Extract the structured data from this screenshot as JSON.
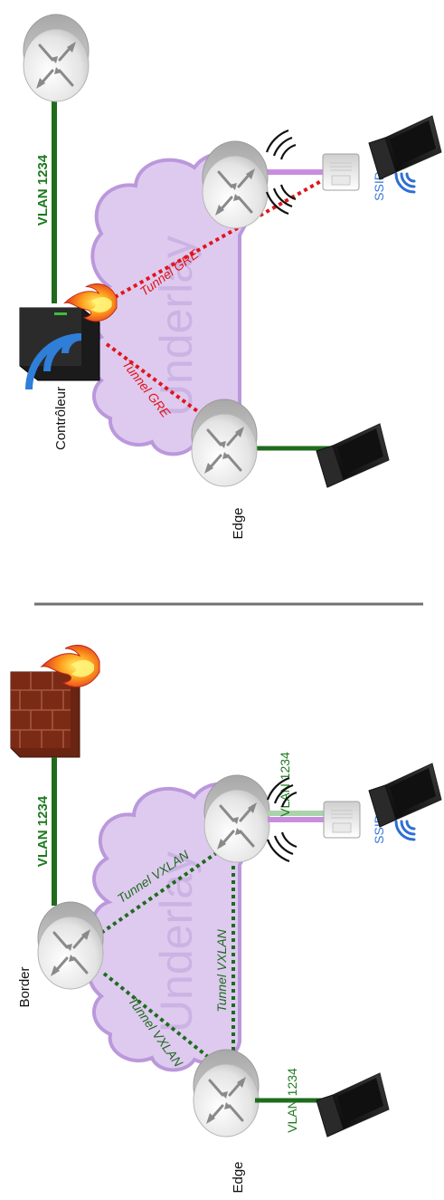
{
  "labels": {
    "controleur": "Contrôleur",
    "edge": "Edge",
    "border": "Border",
    "vlan": "VLAN 1234",
    "underlay": "Underlay",
    "tunnel_gre": "Tunnel GRE",
    "tunnel_vxlan": "Tunnel VXLAN",
    "ssid": "SSID : X"
  },
  "colors": {
    "vlan_link": "#1e6b1e",
    "wifi_link": "#c98de0",
    "gre_tunnel": "#e0161b",
    "vxlan_tunnel": "#1e6b1e",
    "cloud": "#ddc8ef",
    "cloud_outline": "#b38fd6",
    "divider": "#707070",
    "ssid_text": "#3a78d8",
    "vlan_highlight": "#a9d4a9",
    "firewall_brick": "#7a2a15"
  },
  "icons": {
    "router": "router-icon",
    "laptop": "laptop-icon",
    "access_point": "access-point-icon",
    "firewall": "firewall-icon",
    "controller": "wlc-controller-icon",
    "wifi": "wifi-icon"
  }
}
